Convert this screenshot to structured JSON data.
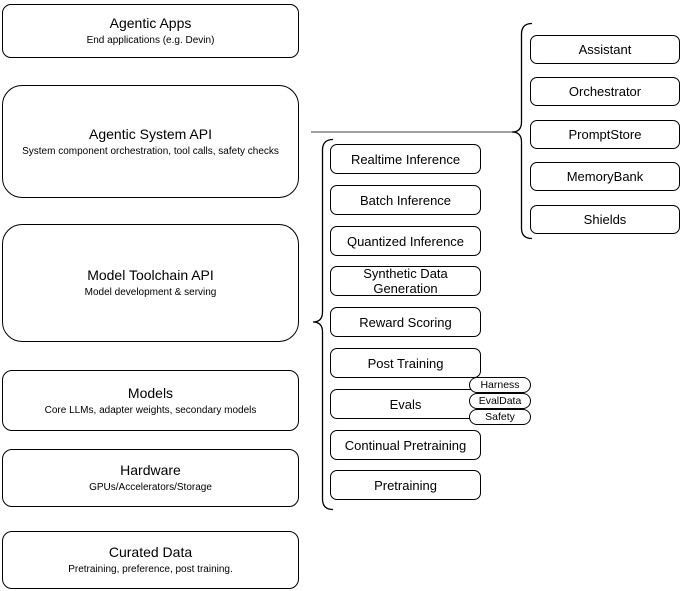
{
  "diagram": {
    "left_stack": [
      {
        "title": "Agentic Apps",
        "subtitle": "End applications (e.g. Devin)"
      },
      {
        "title": "Agentic System API",
        "subtitle": "System component orchestration, tool calls, safety checks"
      },
      {
        "title": "Model Toolchain API",
        "subtitle": "Model development & serving"
      },
      {
        "title": "Models",
        "subtitle": "Core LLMs, adapter weights, secondary models"
      },
      {
        "title": "Hardware",
        "subtitle": "GPUs/Accelerators/Storage"
      },
      {
        "title": "Curated Data",
        "subtitle": "Pretraining, preference, post training."
      }
    ],
    "toolchain_components": [
      "Realtime Inference",
      "Batch Inference",
      "Quantized Inference",
      "Synthetic Data Generation",
      "Reward Scoring",
      "Post Training",
      "Evals",
      "Continual Pretraining",
      "Pretraining"
    ],
    "evals_tags": [
      "Harness",
      "EvalData",
      "Safety"
    ],
    "system_components": [
      "Assistant",
      "Orchestrator",
      "PromptStore",
      "MemoryBank",
      "Shields"
    ],
    "colors": {
      "box_border": "#000000",
      "box_fill": "#ffffff",
      "text": "#000000",
      "connector_line": "#808080"
    }
  }
}
